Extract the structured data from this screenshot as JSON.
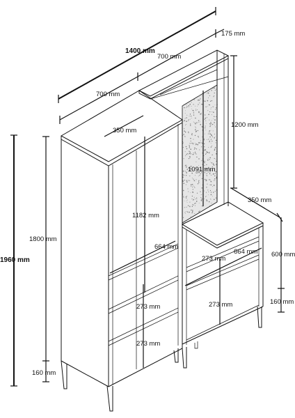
{
  "labels": {
    "total_width": "1400 mm",
    "right_width": "700 mm",
    "left_width": "700 mm",
    "shelf_depth": "175 mm",
    "upper_height": "1200 mm",
    "left_depth": "350 mm",
    "mirror_height": "1091 mm",
    "right_depth": "350 mm",
    "wardrobe_inner": "1182 mm",
    "total_height": "1960 mm",
    "body_height": "1800 mm",
    "inner_width_left": "664 mm",
    "inner_width_right": "664 mm",
    "shelf_left_1": "273 mm",
    "shelf_left_2": "273 mm",
    "shelf_right_1": "273 mm",
    "shelf_right_2": "273 mm",
    "cabinet_height": "600 mm",
    "leg_height_right": "160 mm",
    "leg_height_left": "160 mm"
  }
}
